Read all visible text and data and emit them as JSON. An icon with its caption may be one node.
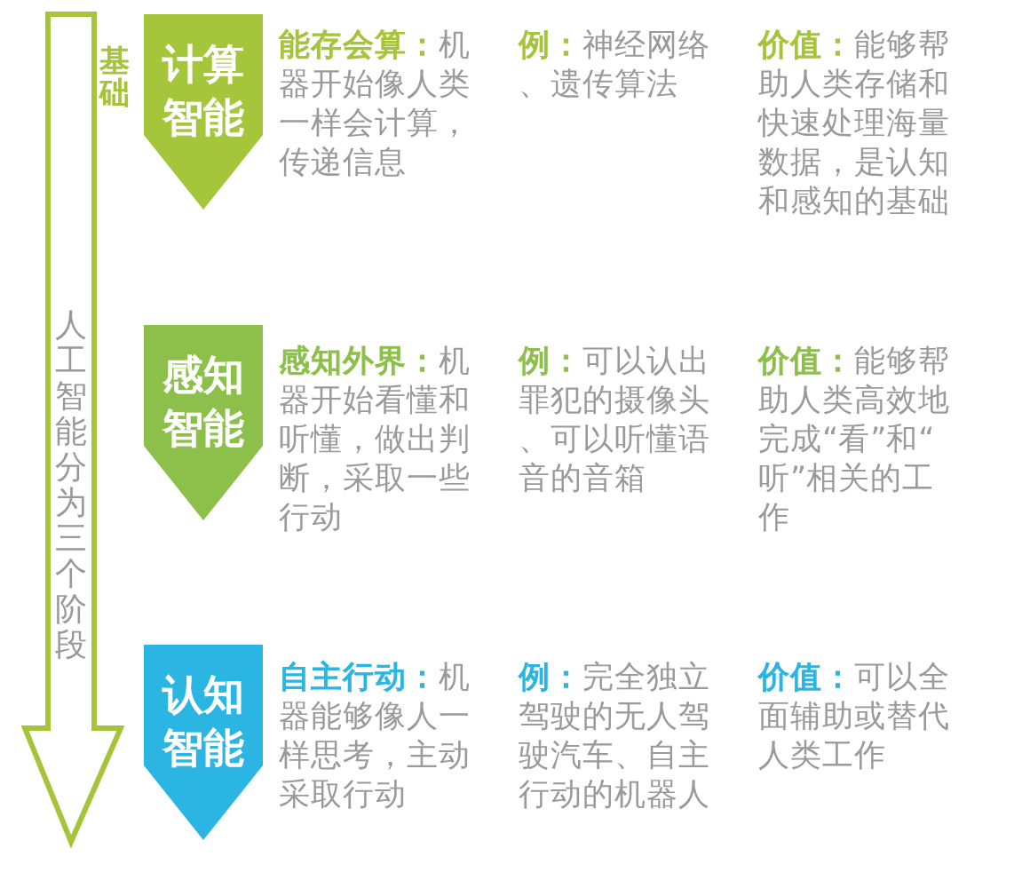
{
  "diagram": {
    "nodes": [
      {
        "text": [
          "人工智能分为三个阶段"
        ],
        "beside": [
          "基础"
        ]
      },
      {
        "text": [
          "计算智能"
        ]
      },
      {
        "text": [
          "感知智能"
        ]
      },
      {
        "text": [
          "认知智能"
        ]
      }
    ],
    "labels": [
      "**能存会算：**机器开始像人类一样会计算，传递信息",
      "**例：**神经网络、遗传算法",
      "**价值：**能够帮助人类存储和快速处理海量数据，是认知和感知的基础",
      "**感知外界：**机器开始看懂和听懂，做出判断，采取一些行动",
      "**例：**可以认出罪犯的摄像头、可以听懂语音的音箱",
      "**价值：**能够帮助人类高效地完成“看”和“听”相关的工作",
      "**自主行动：**机器能够像人一样思考，主动采取行动",
      "**例：**完全独立驾驶的无人驾驶汽车、自主行动的机器人",
      "**价值：**可以全面辅助或替代人类工作"
    ]
  }
}
